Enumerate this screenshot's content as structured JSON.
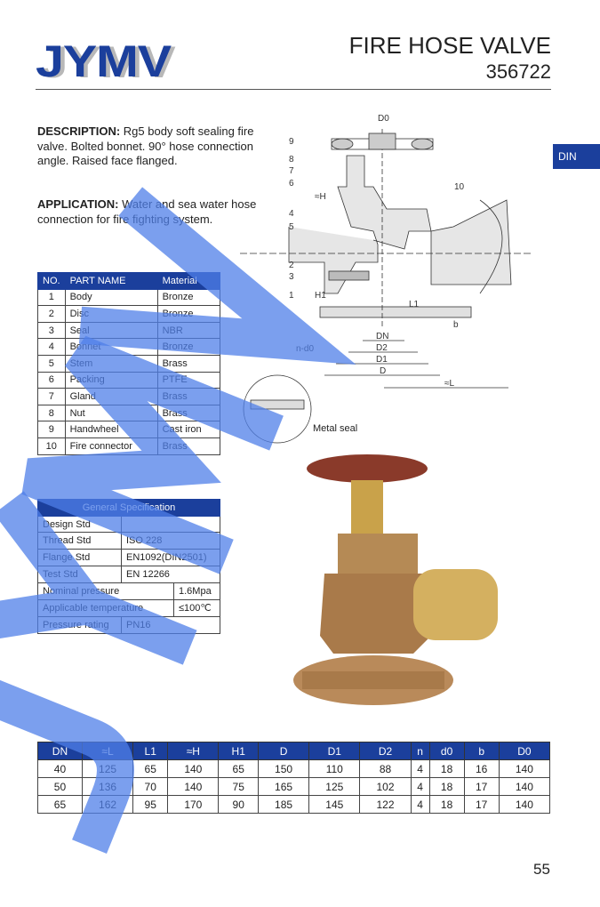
{
  "header": {
    "logo": "JYMV",
    "title": "FIRE HOSE VALVE",
    "code": "356722"
  },
  "side_tab": "DIN",
  "description": {
    "label": "DESCRIPTION:",
    "text": " Rg5 body soft sealing fire valve. Bolted bonnet. 90° hose connection angle. Raised face flanged."
  },
  "application": {
    "label": "APPLICATION:",
    "text": " Water and sea water hose connection for fire fighting system."
  },
  "parts_table": {
    "headers": [
      "NO.",
      "PART  NAME",
      "Material"
    ],
    "rows": [
      [
        "1",
        "Body",
        "Bronze"
      ],
      [
        "2",
        "Disc",
        "Bronze"
      ],
      [
        "3",
        "Seal",
        "NBR"
      ],
      [
        "4",
        "Bonnet",
        "Bronze"
      ],
      [
        "5",
        "Stem",
        "Brass"
      ],
      [
        "6",
        "Packing",
        "PTFE"
      ],
      [
        "7",
        "Gland",
        "Brass"
      ],
      [
        "8",
        "Nut",
        "Brass"
      ],
      [
        "9",
        "Handwheel",
        "Cast iron"
      ],
      [
        "10",
        "Fire connector",
        "Brass"
      ]
    ]
  },
  "spec_table": {
    "title": "General Specification",
    "rows": [
      [
        "Design Std",
        ""
      ],
      [
        "Thread Std",
        "ISO 228"
      ],
      [
        "Flange Std",
        "EN1092(DIN2501)"
      ],
      [
        "Test Std",
        "EN 12266"
      ],
      [
        "Nominal pressure",
        "1.6Mpa"
      ],
      [
        "Applicable temperature",
        "≤100℃"
      ],
      [
        "Pressure rating",
        "PN16"
      ]
    ]
  },
  "diagram": {
    "labels": [
      "D0",
      "9",
      "8",
      "7",
      "6",
      "≈H",
      "10",
      "4",
      "5",
      "2",
      "3",
      "1",
      "H1",
      "L1",
      "b",
      "n-d0",
      "DN",
      "D2",
      "D1",
      "D",
      "≈L"
    ],
    "detail_caption": "Metal seal"
  },
  "dims_table": {
    "headers": [
      "DN",
      "≈L",
      "L1",
      "≈H",
      "H1",
      "D",
      "D1",
      "D2",
      "n",
      "d0",
      "b",
      "D0"
    ],
    "rows": [
      [
        "40",
        "125",
        "65",
        "140",
        "65",
        "150",
        "110",
        "88",
        "4",
        "18",
        "16",
        "140"
      ],
      [
        "50",
        "136",
        "70",
        "140",
        "75",
        "165",
        "125",
        "102",
        "4",
        "18",
        "17",
        "140"
      ],
      [
        "65",
        "162",
        "95",
        "170",
        "90",
        "185",
        "145",
        "122",
        "4",
        "18",
        "17",
        "140"
      ]
    ]
  },
  "page_number": "55",
  "colors": {
    "brand": "#1b3f9c",
    "watermark": "#4f7fe8"
  }
}
